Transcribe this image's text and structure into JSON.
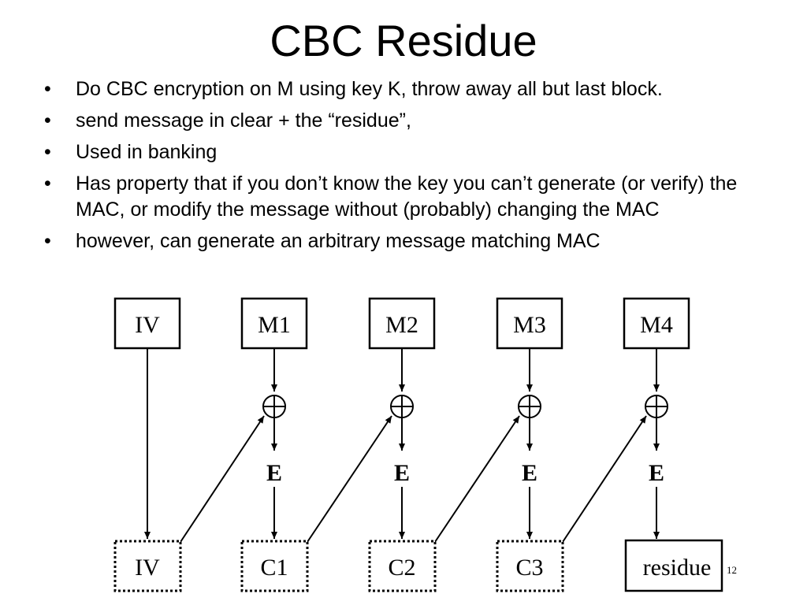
{
  "slide": {
    "title": "CBC Residue",
    "page_number": "12"
  },
  "bullets": [
    "Do CBC encryption on M using key K, throw away all but last block.",
    "send message in clear + the “residue”,",
    "Used in banking",
    "Has property that if you don’t know the key you can’t generate (or verify) the MAC, or modify the message without (probably) changing the MAC",
    "however, can generate an arbitrary message matching MAC"
  ],
  "diagram": {
    "inputs": [
      "IV",
      "M1",
      "M2",
      "M3",
      "M4"
    ],
    "encrypt_label": "E",
    "xor_symbol": "⊕",
    "outputs": [
      "IV",
      "C1",
      "C2",
      "C3",
      "residue"
    ]
  }
}
